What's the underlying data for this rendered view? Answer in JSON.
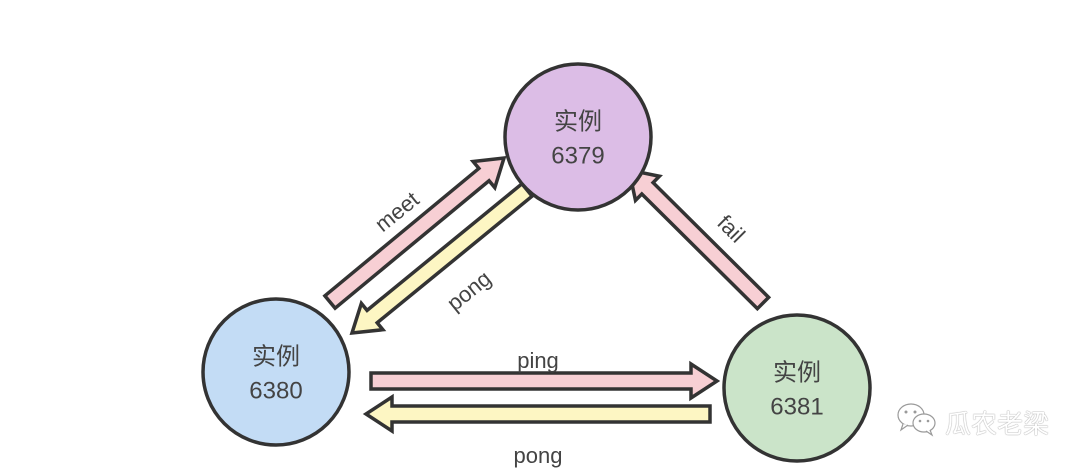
{
  "diagram": {
    "nodes": [
      {
        "id": "n6379",
        "title": "实例",
        "port": "6379",
        "fill": "#dcbde6"
      },
      {
        "id": "n6380",
        "title": "实例",
        "port": "6380",
        "fill": "#c3dcf5"
      },
      {
        "id": "n6381",
        "title": "实例",
        "port": "6381",
        "fill": "#cbe4c9"
      }
    ],
    "edges": [
      {
        "from": "n6380",
        "to": "n6379",
        "label": "meet",
        "fill": "#f7cfd4"
      },
      {
        "from": "n6379",
        "to": "n6380",
        "label": "pong",
        "fill": "#fdf6c3"
      },
      {
        "from": "n6380",
        "to": "n6381",
        "label": "ping",
        "fill": "#f7cfd4"
      },
      {
        "from": "n6381",
        "to": "n6380",
        "label": "pong",
        "fill": "#fdf6c3"
      },
      {
        "from": "n6381",
        "to": "n6379",
        "label": "fail",
        "fill": "#f7cfd4"
      }
    ],
    "stroke_color": "#333333"
  },
  "watermark": {
    "icon": "wechat-icon",
    "text": "瓜农老梁"
  }
}
